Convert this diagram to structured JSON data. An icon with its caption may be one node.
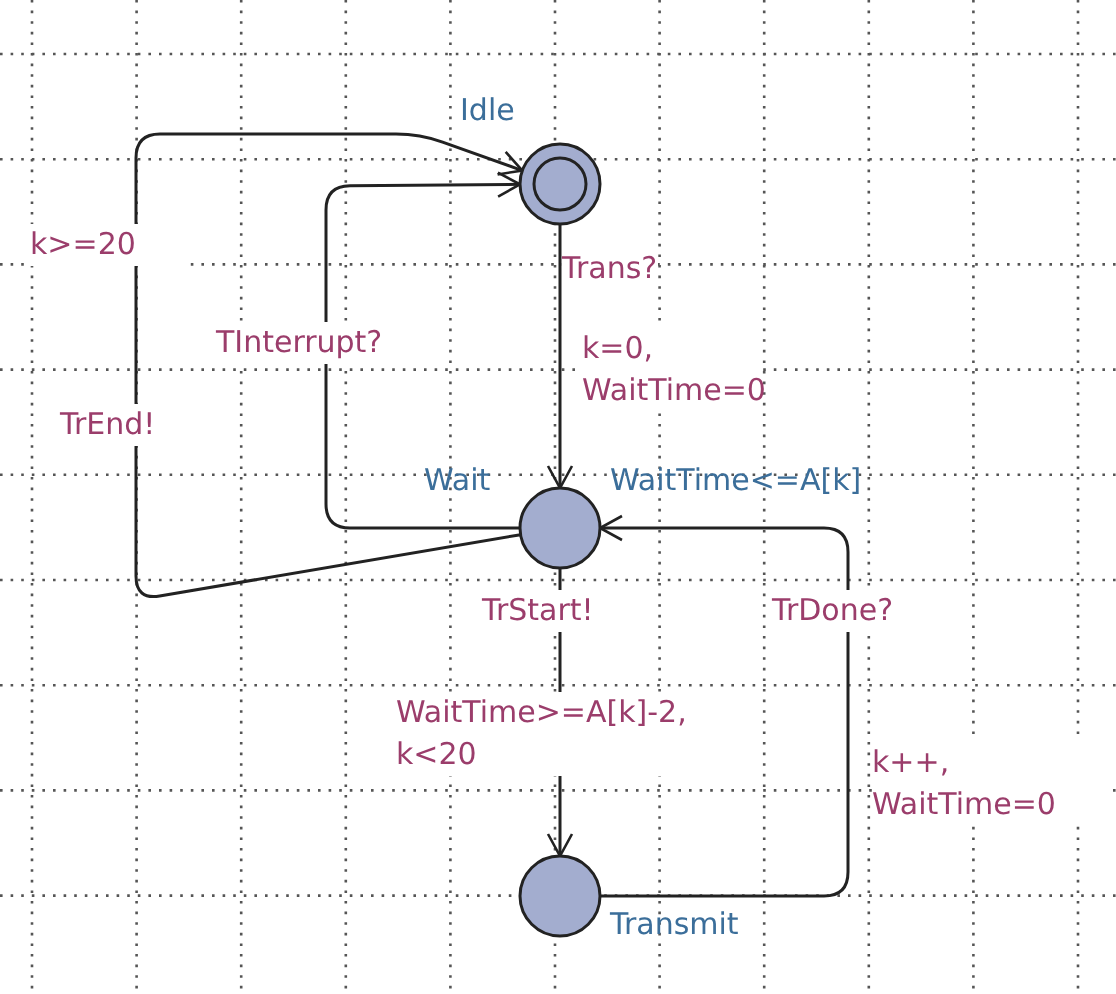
{
  "diagram": {
    "nodes": [
      {
        "text": [],
        "shape": "double-circle",
        "beside": [
          "Idle"
        ]
      },
      {
        "text": [],
        "shape": "circle",
        "beside": [
          "Wait",
          "WaitTime<=A[k]"
        ]
      },
      {
        "text": [],
        "shape": "circle",
        "beside": [
          "Transmit"
        ]
      }
    ],
    "edges": [
      {
        "from": 0,
        "to": 1,
        "arrow": "to",
        "label": "Trans?"
      },
      {
        "from": 1,
        "to": 0,
        "arrow": "to",
        "label": "TInterrupt?"
      },
      {
        "from": 1,
        "to": 0,
        "arrow": "to",
        "label": "TrEnd!"
      },
      {
        "from": 1,
        "to": 2,
        "arrow": "to",
        "label": "TrStart!"
      },
      {
        "from": 2,
        "to": 1,
        "arrow": "to",
        "label": "TrDone?"
      }
    ],
    "labels": [
      "k=0, WaitTime=0",
      "k>=20",
      "WaitTime>=A[k]-2, k<20",
      "k++, WaitTime=0"
    ]
  }
}
